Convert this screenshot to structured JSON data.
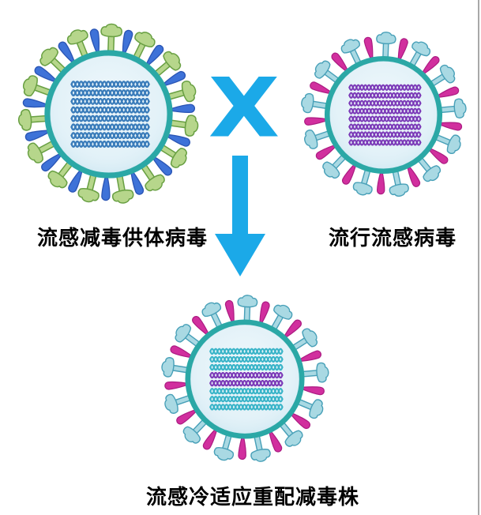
{
  "diagram": {
    "type": "influenza-reassortment-diagram",
    "cross_symbol": "X",
    "accent_color": "#1BA9E8",
    "labels": {
      "donor": "流感减毒供体病毒",
      "epidemic": "流行流感病毒",
      "reassortant": "流感冷适应重配减毒株"
    },
    "viruses": [
      {
        "id": "donor",
        "label": "流感减毒供体病毒",
        "membrane": {
          "stroke": "#2BA8A6",
          "fill": "#CFE8F2",
          "inner": "#F0F8FC"
        },
        "t_spike": {
          "fill": "#B6D68B",
          "stroke": "#69A043"
        },
        "club_spike": {
          "fill": "#3E72D8",
          "stroke": "#2A55B5"
        },
        "t_count": 15,
        "club_count": 15,
        "rna_colors": [
          "#3A7CBA",
          "#3A7CBA",
          "#3A7CBA",
          "#3A7CBA",
          "#3A7CBA",
          "#3A7CBA",
          "#3A7CBA",
          "#3A7CBA"
        ]
      },
      {
        "id": "epidemic",
        "label": "流行流感病毒",
        "membrane": {
          "stroke": "#2BA8A6",
          "fill": "#CFE8F2",
          "inner": "#F0F8FC"
        },
        "t_spike": {
          "fill": "#A9D9E3",
          "stroke": "#48A0B8"
        },
        "club_spike": {
          "fill": "#D12F9E",
          "stroke": "#AC1C82"
        },
        "t_count": 13,
        "club_count": 13,
        "rna_colors": [
          "#7C3BB8",
          "#7C3BB8",
          "#7C3BB8",
          "#7C3BB8",
          "#7C3BB8",
          "#7C3BB8",
          "#7C3BB8",
          "#7C3BB8"
        ]
      },
      {
        "id": "reassortant",
        "label": "流感冷适应重配减毒株",
        "membrane": {
          "stroke": "#2BA8A6",
          "fill": "#CFE8F2",
          "inner": "#F0F8FC"
        },
        "t_spike": {
          "fill": "#A9D9E3",
          "stroke": "#48A0B8"
        },
        "club_spike": {
          "fill": "#D12F9E",
          "stroke": "#AC1C82"
        },
        "t_count": 13,
        "club_count": 13,
        "rna_colors": [
          "#39B4C8",
          "#39B4C8",
          "#39B4C8",
          "#7C3BB8",
          "#7C3BB8",
          "#39B4C8",
          "#39B4C8",
          "#39B4C8"
        ]
      }
    ]
  }
}
